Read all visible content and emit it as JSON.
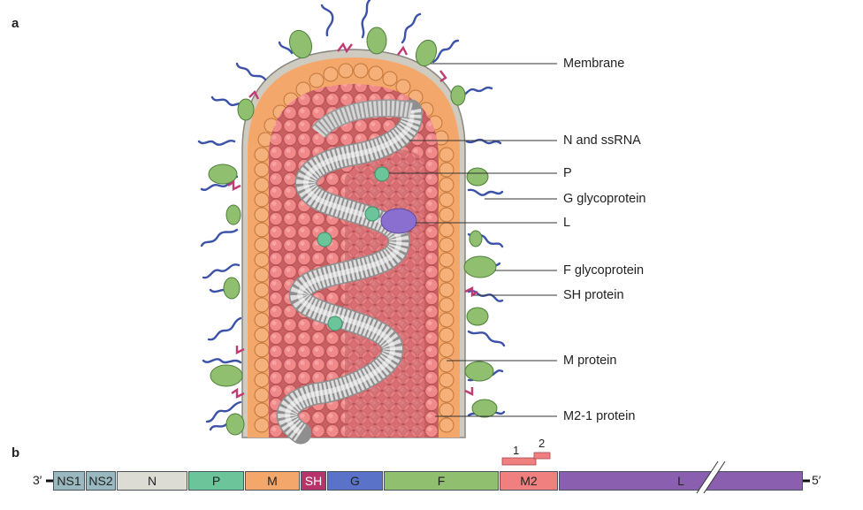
{
  "panels": {
    "a": "a",
    "b": "b"
  },
  "labels": [
    {
      "key": "membrane",
      "text": "Membrane"
    },
    {
      "key": "n_ssrna",
      "text": "N and ssRNA"
    },
    {
      "key": "p",
      "text": "P"
    },
    {
      "key": "g_glyco",
      "text": "G glycoprotein"
    },
    {
      "key": "l",
      "text": "L"
    },
    {
      "key": "f_glyco",
      "text": "F glycoprotein"
    },
    {
      "key": "sh",
      "text": "SH protein"
    },
    {
      "key": "m",
      "text": "M protein"
    },
    {
      "key": "m21",
      "text": "M2-1 protein"
    }
  ],
  "genome": {
    "end3": "3′",
    "end5": "5′",
    "genes": [
      {
        "name": "NS1",
        "color": "#9ab8bf"
      },
      {
        "name": "NS2",
        "color": "#9ab8bf"
      },
      {
        "name": "N",
        "color": "#dcdcd4"
      },
      {
        "name": "P",
        "color": "#6cc49a"
      },
      {
        "name": "M",
        "color": "#f4a76a"
      },
      {
        "name": "SH",
        "color": "#b8336a"
      },
      {
        "name": "G",
        "color": "#5a73c8"
      },
      {
        "name": "F",
        "color": "#8fbf6f"
      },
      {
        "name": "M2",
        "color": "#f08080"
      },
      {
        "name": "L",
        "color": "#8a5fb0"
      }
    ],
    "orf_labels": [
      "1",
      "2"
    ]
  }
}
